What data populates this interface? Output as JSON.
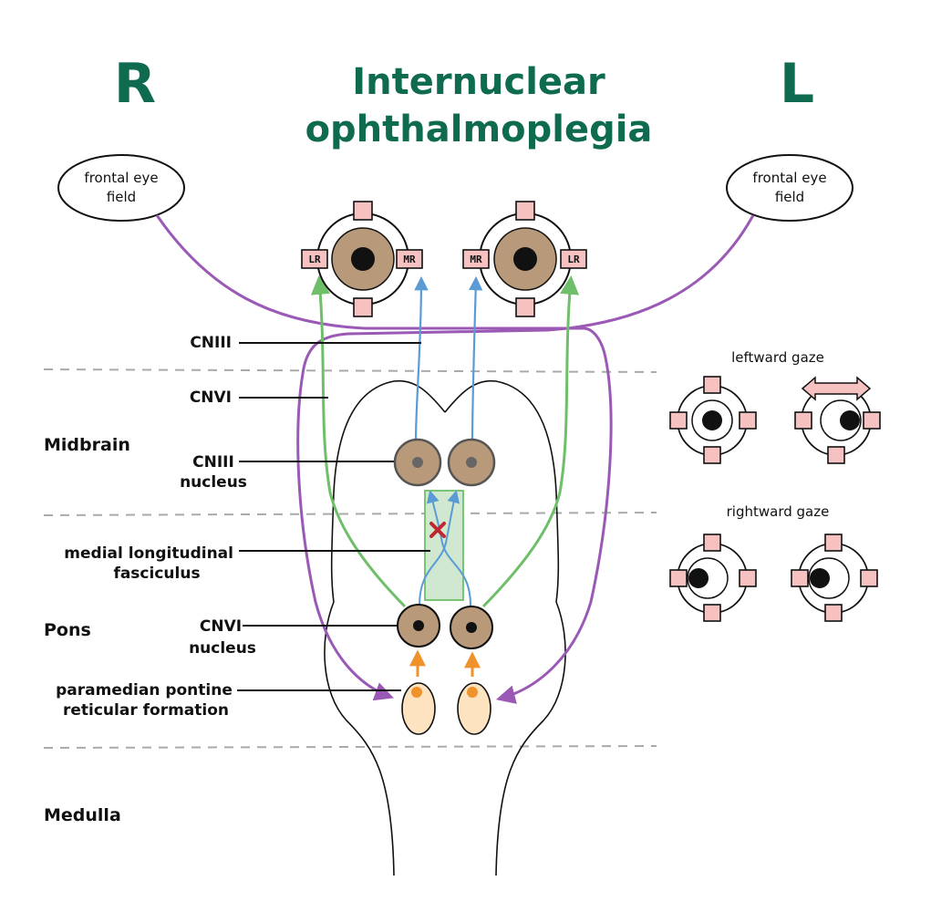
{
  "header": {
    "title_line1": "Internuclear",
    "title_line2": "ophthalmoplegia",
    "side_right": "R",
    "side_left": "L"
  },
  "fields": {
    "right_line1": "frontal eye",
    "right_line2": "field",
    "left_line1": "frontal eye",
    "left_line2": "field"
  },
  "muscles": {
    "lr": "LR",
    "mr": "MR"
  },
  "labels": {
    "cn3": "CNIII",
    "cn6": "CNVI",
    "cn3_nucleus_line1": "CNIII",
    "cn3_nucleus_line2": "nucleus",
    "mlf_line1": "medial longitudinal",
    "mlf_line2": "fasciculus",
    "cn6_nucleus_line1": "CNVI",
    "cn6_nucleus_line2": "nucleus",
    "pprf_line1": "paramedian pontine",
    "pprf_line2": "reticular formation"
  },
  "regions": {
    "midbrain": "Midbrain",
    "pons": "Pons",
    "medulla": "Medulla"
  },
  "gaze": {
    "leftward": "leftward gaze",
    "rightward": "rightward gaze"
  },
  "colors": {
    "title": "#0f6b4f",
    "purple": "#9b59b6",
    "green": "#6fbf6a",
    "blue": "#5b9bd5",
    "orange": "#f0922b",
    "lesion": "#c0262d",
    "iris": "#b89a7a",
    "muscle": "#f6c1c1",
    "pprf": "#fde3c0",
    "mlf": "#cfe8cf"
  }
}
